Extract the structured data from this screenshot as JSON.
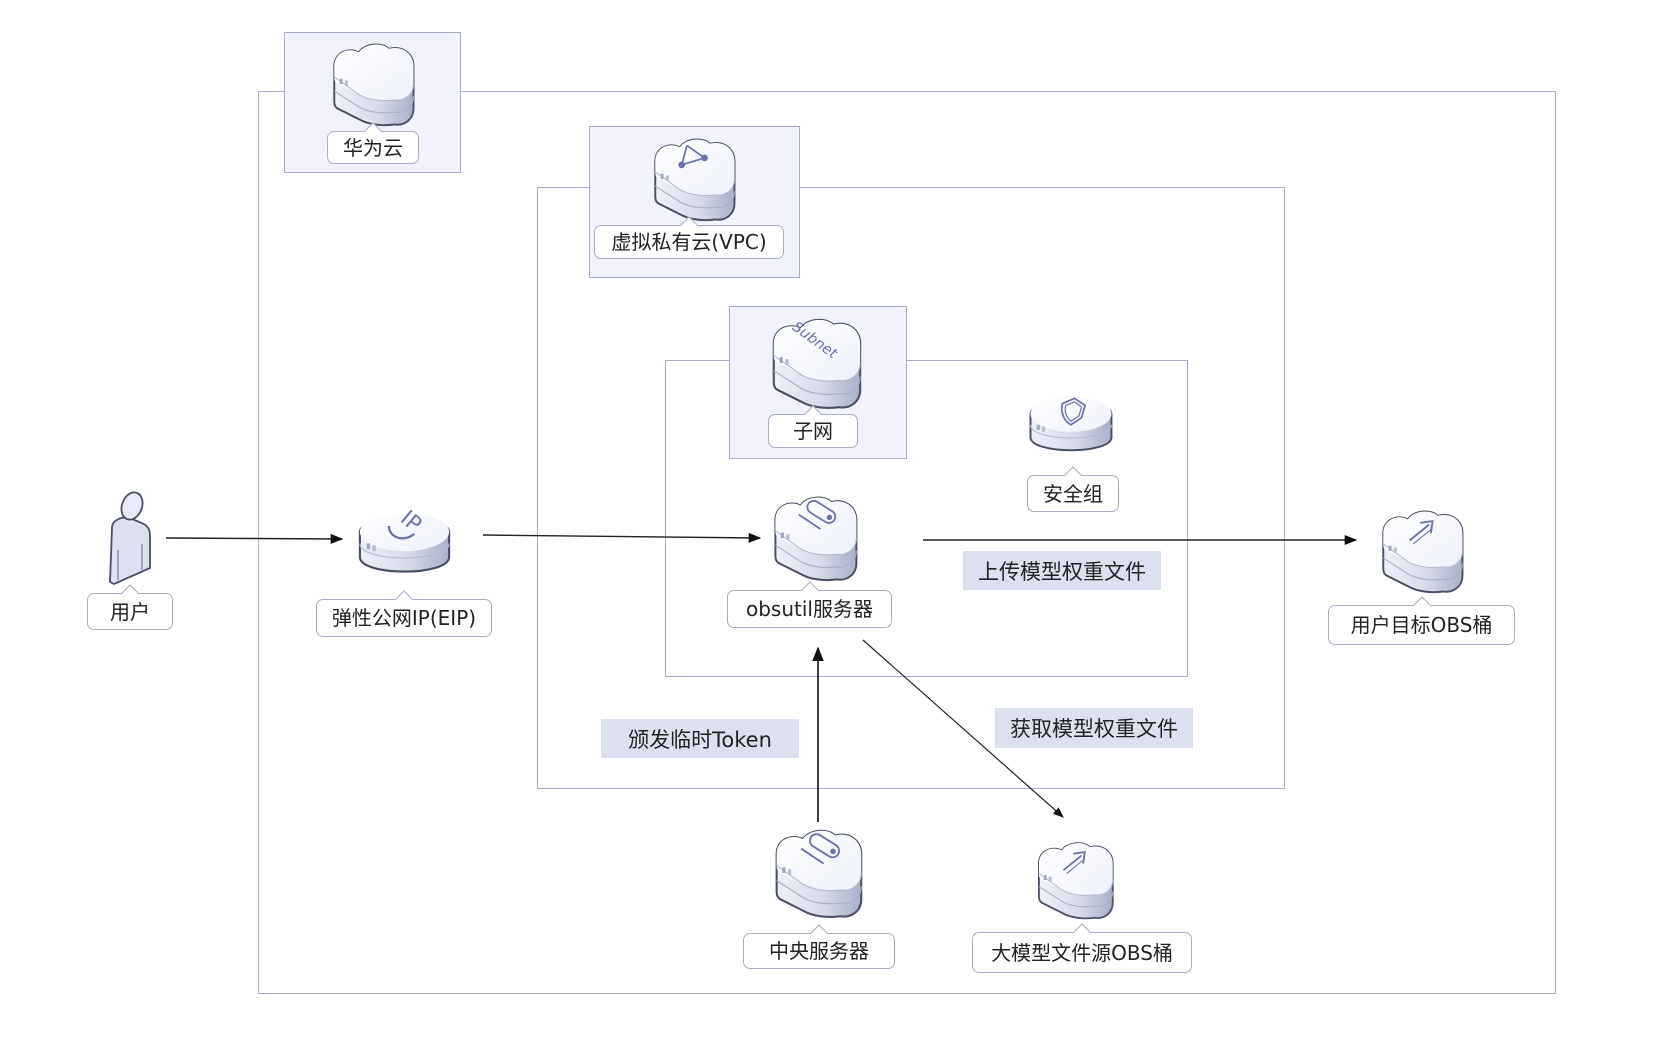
{
  "diagram": {
    "groups": {
      "huawei_cloud": {
        "label": "华为云",
        "icon": "cloud-icon"
      },
      "vpc": {
        "label": "虚拟私有云(VPC)",
        "icon": "vpc-cloud-icon"
      },
      "subnet": {
        "label": "子网",
        "icon": "subnet-cloud-icon",
        "icon_text": "Subnet"
      }
    },
    "nodes": {
      "user": {
        "label": "用户",
        "icon": "user-icon"
      },
      "eip": {
        "label": "弹性公网IP(EIP)",
        "icon": "eip-icon",
        "icon_text": "IP"
      },
      "security_group": {
        "label": "安全组",
        "icon": "shield-icon"
      },
      "obsutil_server": {
        "label": "obsutil服务器",
        "icon": "server-cloud-icon"
      },
      "central_server": {
        "label": "中央服务器",
        "icon": "server-cloud-icon"
      },
      "source_obs": {
        "label": "大模型文件源OBS桶",
        "icon": "obs-bucket-icon"
      },
      "target_obs": {
        "label": "用户目标OBS桶",
        "icon": "obs-bucket-icon"
      }
    },
    "edge_labels": {
      "upload": "上传模型权重文件",
      "fetch": "获取模型权重文件",
      "token": "颁发临时Token"
    },
    "edges": [
      {
        "from": "user",
        "to": "eip"
      },
      {
        "from": "eip",
        "to": "obsutil_server"
      },
      {
        "from": "obsutil_server",
        "to": "target_obs",
        "label": "上传模型权重文件"
      },
      {
        "from": "obsutil_server",
        "to": "source_obs",
        "label": "获取模型权重文件"
      },
      {
        "from": "central_server",
        "to": "obsutil_server",
        "label": "颁发临时Token"
      }
    ],
    "colors": {
      "border": "#a9aec7",
      "panel": "#f1f2fb",
      "note": "#dde0ef",
      "glyph": "#6b74a8"
    }
  }
}
